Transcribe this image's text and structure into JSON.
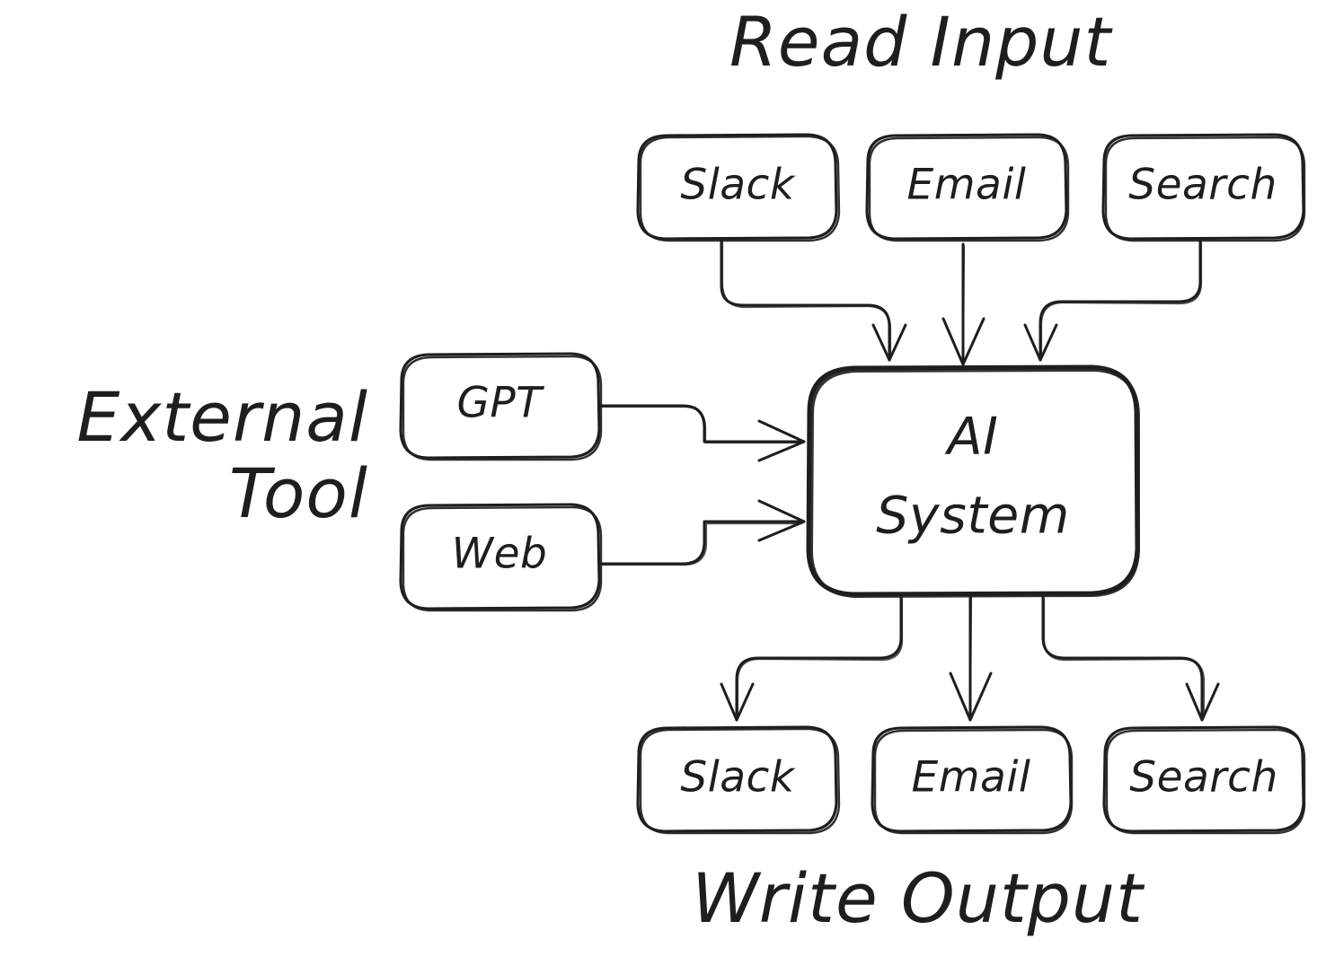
{
  "diagram": {
    "title": "AI System read/write integration diagram",
    "style": "hand-drawn-sketch",
    "background_color": "#ffffff",
    "stroke_color": "#1e1e1e"
  },
  "labels": {
    "read_input": "Read Input",
    "write_output": "Write Output",
    "external_tool": "External Tool"
  },
  "nodes": {
    "inputs": [
      {
        "id": "input-slack",
        "label": "Slack"
      },
      {
        "id": "input-email",
        "label": "Email"
      },
      {
        "id": "input-search",
        "label": "Search"
      }
    ],
    "tools": [
      {
        "id": "tool-gpt",
        "label": "GPT"
      },
      {
        "id": "tool-web",
        "label": "Web"
      }
    ],
    "center": {
      "id": "ai-system",
      "label_line1": "AI",
      "label_line2": "System"
    },
    "outputs": [
      {
        "id": "output-slack",
        "label": "Slack"
      },
      {
        "id": "output-email",
        "label": "Email"
      },
      {
        "id": "output-search",
        "label": "Search"
      }
    ]
  },
  "edges": [
    {
      "id": "edge-slack-in",
      "from": "input-slack",
      "to": "ai-system",
      "direction": "down"
    },
    {
      "id": "edge-email-in",
      "from": "input-email",
      "to": "ai-system",
      "direction": "down"
    },
    {
      "id": "edge-search-in",
      "from": "input-search",
      "to": "ai-system",
      "direction": "down"
    },
    {
      "id": "edge-gpt-in",
      "from": "tool-gpt",
      "to": "ai-system",
      "direction": "right"
    },
    {
      "id": "edge-web-in",
      "from": "tool-web",
      "to": "ai-system",
      "direction": "right"
    },
    {
      "id": "edge-slack-out",
      "from": "ai-system",
      "to": "output-slack",
      "direction": "down"
    },
    {
      "id": "edge-email-out",
      "from": "ai-system",
      "to": "output-email",
      "direction": "down"
    },
    {
      "id": "edge-search-out",
      "from": "ai-system",
      "to": "output-search",
      "direction": "down"
    }
  ]
}
